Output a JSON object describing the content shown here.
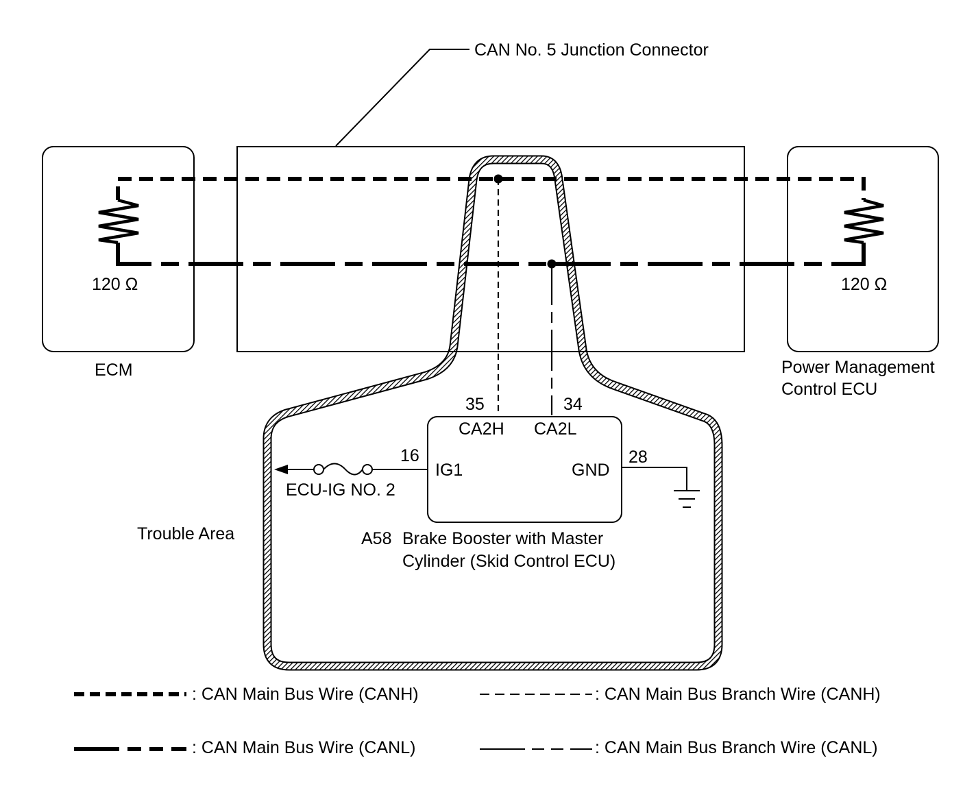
{
  "connector": {
    "name": "CAN No. 5 Junction Connector"
  },
  "ecm": {
    "name": "ECM",
    "resistor": "120 Ω"
  },
  "pmc_ecu": {
    "name_line1": "Power Management",
    "name_line2": "Control ECU",
    "resistor": "120 Ω"
  },
  "skid_ecu": {
    "code": "A58",
    "name_line1": "Brake Booster with Master",
    "name_line2": "Cylinder (Skid Control ECU)",
    "pins": {
      "ca2h": {
        "number": "35",
        "name": "CA2H"
      },
      "ca2l": {
        "number": "34",
        "name": "CA2L"
      },
      "ig1": {
        "number": "16",
        "name": "IG1"
      },
      "gnd": {
        "number": "28",
        "name": "GND"
      }
    }
  },
  "fuse": {
    "name": "ECU-IG NO. 2"
  },
  "trouble_area": "Trouble Area",
  "legend": [
    {
      "style": "main-canh",
      "label": ": CAN Main Bus Wire (CANH)"
    },
    {
      "style": "branch-canh",
      "label": ": CAN Main Bus Branch Wire (CANH)"
    },
    {
      "style": "main-canl",
      "label": ": CAN Main Bus Wire (CANL)"
    },
    {
      "style": "branch-canl",
      "label": ": CAN Main Bus Branch Wire (CANL)"
    }
  ]
}
